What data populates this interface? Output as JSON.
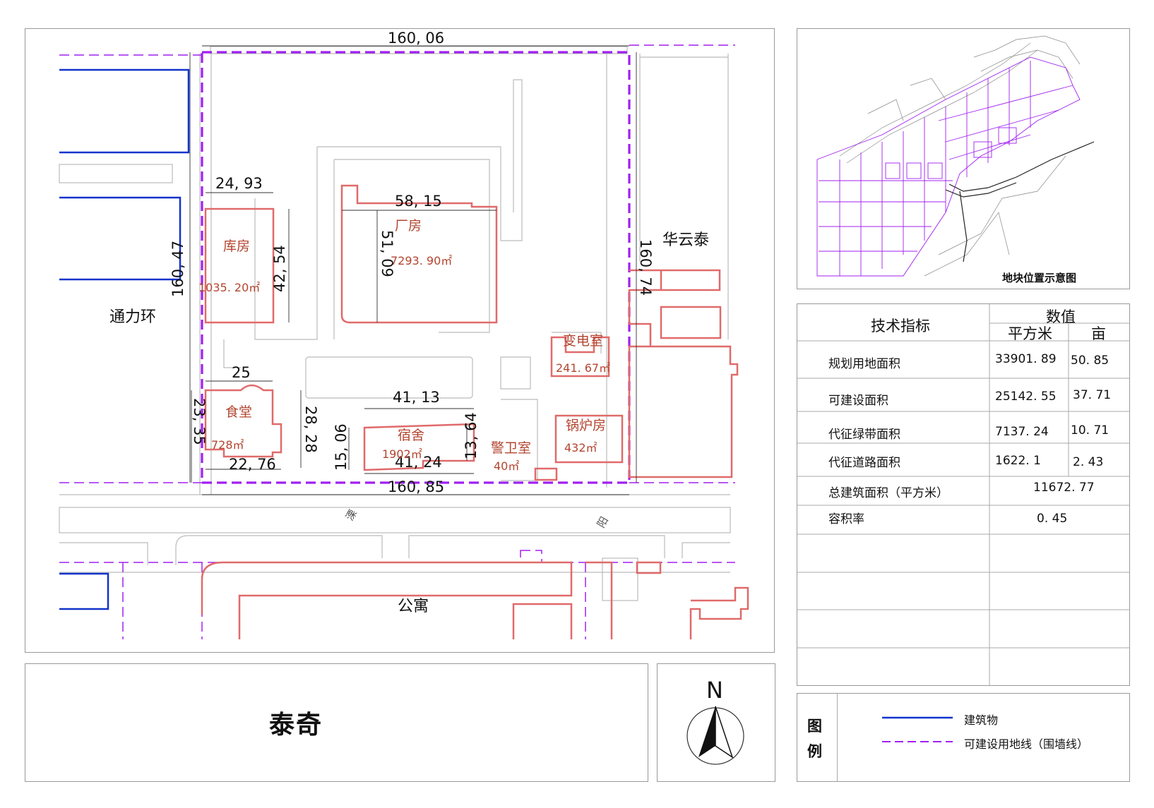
{
  "plan": {
    "dimensions": {
      "top_width": "160, 06",
      "bottom_width": "160, 85",
      "left_height": "160, 47",
      "right_height": "160, 74",
      "warehouse_width": "24, 93",
      "warehouse_height": "42, 54",
      "factory_width": "58, 15",
      "factory_height": "51, 09",
      "canteen_top": "25",
      "canteen_bottom": "22, 76",
      "canteen_left": "23, 35",
      "canteen_right": "28, 28",
      "dorm_top": "41, 13",
      "dorm_bottom": "41, 24",
      "dorm_left": "15, 06",
      "dorm_right": "13, 64"
    },
    "buildings": {
      "warehouse_name": "库房",
      "warehouse_area": "1035. 20㎡",
      "factory_name": "厂房",
      "factory_area": "7293. 90㎡",
      "canteen_name": "食堂",
      "canteen_area": "728㎡",
      "dorm_name": "宿舍",
      "dorm_area": "1902㎡",
      "guard_name": "警卫室",
      "guard_area": "40㎡",
      "substation_name": "变电室",
      "substation_area": "241. 67㎡",
      "boiler_name": "锅炉房",
      "boiler_area": "432㎡"
    },
    "places": {
      "left_neighbor": "通力环",
      "right_neighbor": "华云泰",
      "south_neighbor": "公寓",
      "road_mark_1": "溧",
      "road_mark_2": "阳"
    },
    "colors": {
      "building": "#e06a6a",
      "existing": "#1133cc",
      "boundary": "#a020f0",
      "road": "#bbbbbb"
    }
  },
  "minimap": {
    "caption": "地块位置示意图"
  },
  "table": {
    "header_indicator": "技术指标",
    "header_value": "数值",
    "header_sqm": "平方米",
    "header_mu": "亩",
    "rows": [
      {
        "label": "规划用地面积",
        "sqm": "33901. 89",
        "mu": "50. 85"
      },
      {
        "label": "可建设面积",
        "sqm": "25142. 55",
        "mu": "37. 71"
      },
      {
        "label": "代征绿带面积",
        "sqm": "7137. 24",
        "mu": "10. 71"
      },
      {
        "label": "代征道路面积",
        "sqm": "1622. 1",
        "mu": "2. 43"
      },
      {
        "label": "总建筑面积（平方米）",
        "total": "11672. 77"
      },
      {
        "label": "容积率",
        "total": "0. 45"
      }
    ]
  },
  "company": {
    "name": "泰奇"
  },
  "compass": {
    "north_label": "N"
  },
  "legend": {
    "title_1": "图",
    "title_2": "例",
    "item_building": "建筑物",
    "item_boundary": "可建设用地线（围墙线）"
  }
}
